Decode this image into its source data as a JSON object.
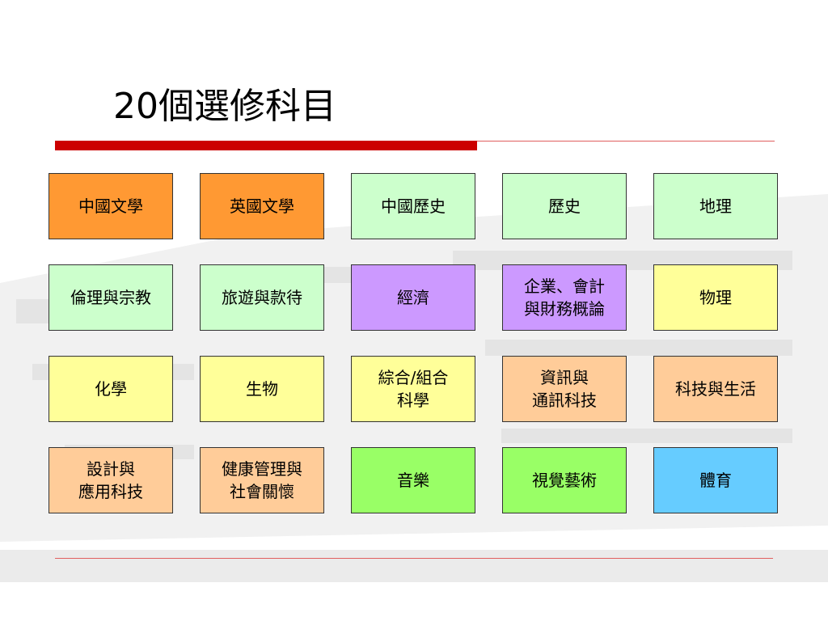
{
  "slide": {
    "title": "20個選修科目"
  },
  "colors": {
    "accent_bar": "#cc0000",
    "accent_line": "#e06060",
    "orange": "#ff9933",
    "light_orange": "#ffcc99",
    "light_green": "#ccffcc",
    "green": "#99ff66",
    "purple": "#cc99ff",
    "yellow": "#ffff99",
    "blue": "#66ccff"
  },
  "subjects": [
    {
      "label": "中國文學",
      "color": "#ff9933"
    },
    {
      "label": "英國文學",
      "color": "#ff9933"
    },
    {
      "label": "中國歷史",
      "color": "#ccffcc"
    },
    {
      "label": "歷史",
      "color": "#ccffcc"
    },
    {
      "label": "地理",
      "color": "#ccffcc"
    },
    {
      "label": "倫理與宗教",
      "color": "#ccffcc"
    },
    {
      "label": "旅遊與款待",
      "color": "#ccffcc"
    },
    {
      "label": "經濟",
      "color": "#cc99ff"
    },
    {
      "label": "企業、會計\n與財務概論",
      "color": "#cc99ff"
    },
    {
      "label": "物理",
      "color": "#ffff99"
    },
    {
      "label": "化學",
      "color": "#ffff99"
    },
    {
      "label": "生物",
      "color": "#ffff99"
    },
    {
      "label": "綜合/組合\n科學",
      "color": "#ffff99"
    },
    {
      "label": "資訊與\n通訊科技",
      "color": "#ffcc99"
    },
    {
      "label": "科技與生活",
      "color": "#ffcc99"
    },
    {
      "label": "設計與\n應用科技",
      "color": "#ffcc99"
    },
    {
      "label": "健康管理與\n社會關懷",
      "color": "#ffcc99"
    },
    {
      "label": "音樂",
      "color": "#99ff66"
    },
    {
      "label": "視覺藝術",
      "color": "#99ff66"
    },
    {
      "label": "體育",
      "color": "#66ccff"
    }
  ]
}
